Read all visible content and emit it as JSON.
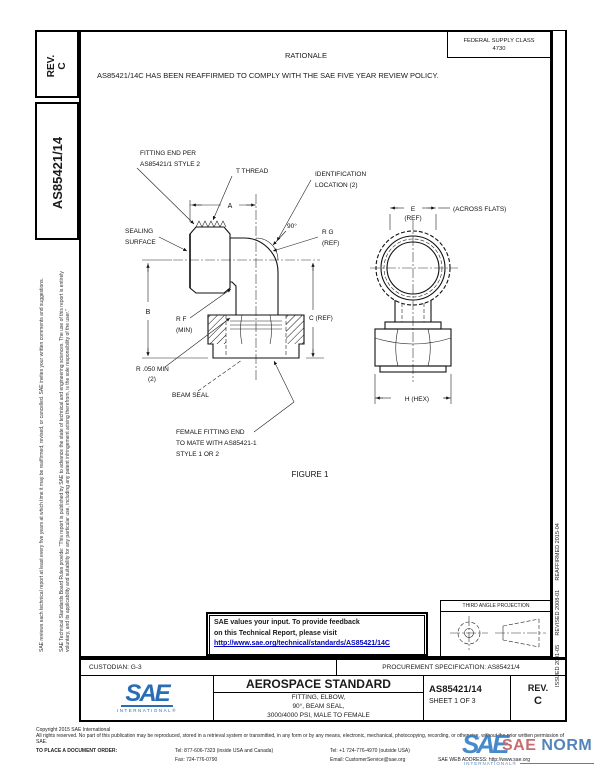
{
  "sidebar": {
    "rev_label": "REV.",
    "rev_value": "C",
    "doc_number": "AS85421/14",
    "disclaimer_1": "SAE Technical Standards Board Rules provide: “This report is published by SAE to advance the state of technical and engineering sciences. The use of this report is entirely voluntary, and its applicability and suitability for any particular use, including any patent infringement arising therefrom, is the sole responsibility of the user.”",
    "disclaimer_2": "SAE reviews each technical report at least every five years at which time it may be reaffirmed, revised, or cancelled. SAE invites your written comments and suggestions."
  },
  "header": {
    "supply_class_line1": "FEDERAL SUPPLY CLASS",
    "supply_class_line2": "4730",
    "rationale_title": "RATIONALE",
    "rationale_text": "AS85421/14C HAS BEEN REAFFIRMED TO COMPLY WITH THE SAE FIVE YEAR REVIEW POLICY."
  },
  "revision_history": "ISSUED 2001-05      REVISED 2008-01      REAFFIRMED 2015-04",
  "figure": {
    "caption": "FIGURE 1",
    "labels": {
      "fitting_end_1": "FITTING END PER",
      "fitting_end_2": "AS85421/1 STYLE 2",
      "thread": "T THREAD",
      "ident_1": "IDENTIFICATION",
      "ident_2": "LOCATION (2)",
      "sealing_1": "SEALING",
      "sealing_2": "SURFACE",
      "dim_a": "A",
      "angle_90": "90°",
      "rg_1": "R G",
      "rg_2": "(REF)",
      "e_1": "E",
      "e_2": "(REF)",
      "across_flats": "(ACROSS FLATS)",
      "dim_b": "B",
      "rf_1": "R F",
      "rf_2": "(MIN)",
      "c_ref": "C (REF)",
      "r050_1": "R .050 MIN",
      "r050_2": "(2)",
      "beam_seal": "BEAM SEAL",
      "female_1": "FEMALE FITTING END",
      "female_2": "TO MATE WITH AS85421-1",
      "female_3": "STYLE 1 OR 2",
      "h_hex": "H (HEX)"
    }
  },
  "feedback": {
    "line1": "SAE values your input. To provide feedback",
    "line2": "on this Technical Report, please visit",
    "url": "http://www.sae.org/technical/standards/AS85421/14C"
  },
  "projection": {
    "label": "THIRD ANGLE PROJECTION"
  },
  "title_block": {
    "custodian": "CUSTODIAN: G-3",
    "procurement": "PROCUREMENT SPECIFICATION: AS85421/4",
    "logo_text": "SAE",
    "logo_sub": "INTERNATIONAL®",
    "standard_type": "AEROSPACE STANDARD",
    "title_line1": "FITTING, ELBOW,",
    "title_line2": "90°, BEAM SEAL,",
    "title_line3": "3000/4000 PSI, MALE TO FEMALE",
    "doc_number": "AS85421/14",
    "sheet": "SHEET 1 OF 3",
    "rev_label": "REV.",
    "rev_value": "C"
  },
  "footer": {
    "copyright": "Copyright 2015 SAE International",
    "rights": "All rights reserved. No part of this publication may be reproduced, stored in a retrieval system or transmitted, in any form or by any means, electronic, mechanical, photocopying, recording, or otherwise, without the prior written permission of SAE.",
    "order_label": "TO PLACE A DOCUMENT ORDER:",
    "tel_inside": "Tel: 877-606-7323 (inside USA and Canada)",
    "tel_outside": "Tel: +1 724-776-4970 (outside USA)",
    "fax": "Fax: 724-776-0790",
    "email": "Email: CustomerService@sae.org",
    "web": "SAE WEB ADDRESS: http://www.sae.org"
  },
  "watermark": {
    "glyph": "SAE",
    "part1": "SAE",
    "part2": " NORM",
    "sub": "INTERNATIONAL®"
  },
  "colors": {
    "link_blue": "#0000bf",
    "sae_blue": "#2a6db6"
  }
}
